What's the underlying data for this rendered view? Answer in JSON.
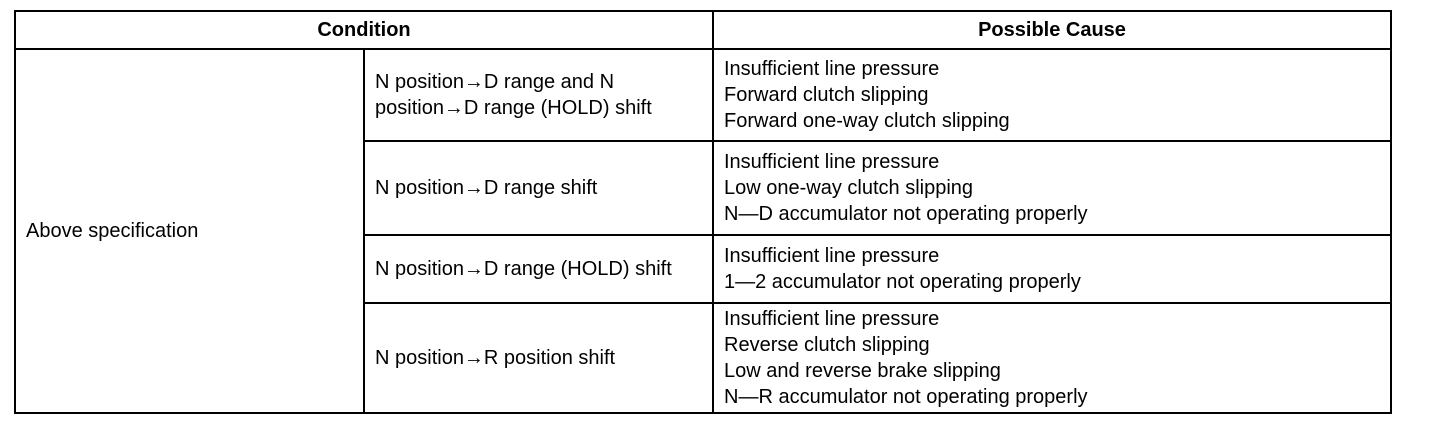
{
  "table": {
    "headers": {
      "condition": "Condition",
      "cause": "Possible Cause"
    },
    "group_label": "Above specification",
    "rows": [
      {
        "shift": "N position→D range and N position→D range (HOLD) shift",
        "causes": [
          "Insufficient line pressure",
          "Forward clutch slipping",
          "Forward one-way clutch slipping"
        ]
      },
      {
        "shift": "N position→D range shift",
        "causes": [
          "Insufficient line pressure",
          "Low one-way clutch slipping",
          "N—D accumulator not operating properly"
        ]
      },
      {
        "shift": "N position→D range (HOLD) shift",
        "causes": [
          "Insufficient line pressure",
          "1—2 accumulator not operating properly"
        ]
      },
      {
        "shift": "N position→R position shift",
        "causes": [
          "Insufficient line pressure",
          "Reverse clutch slipping",
          "Low and reverse brake slipping",
          "N—R accumulator not operating properly"
        ]
      }
    ]
  }
}
